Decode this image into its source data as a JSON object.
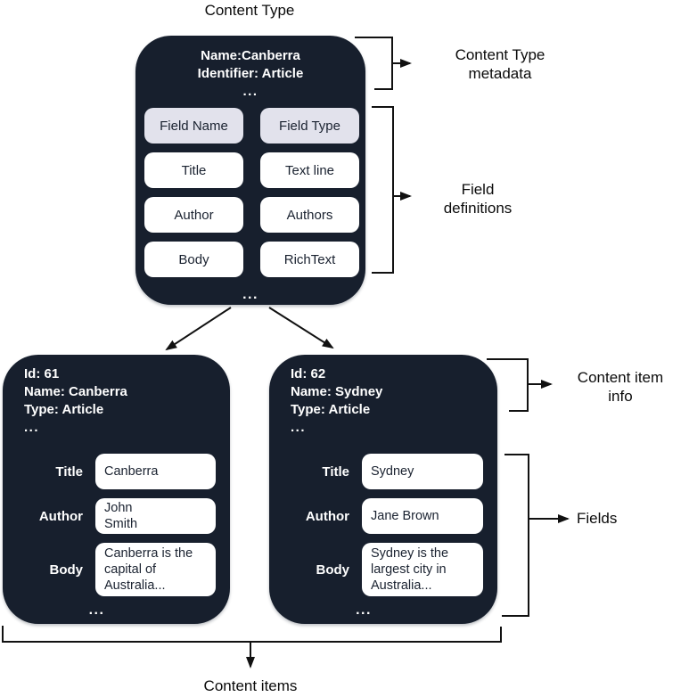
{
  "title": "Content Type",
  "colors": {
    "box_background": "#171f2d",
    "header_chip_background": "#e2e2ec",
    "chip_background": "#ffffff",
    "line": "#111111"
  },
  "content_type_box": {
    "name_line": "Name:Canberra",
    "identifier_line": "Identifier: Article",
    "meta_ellipsis": "...",
    "fields_ellipsis": "...",
    "field_table": {
      "header": [
        "Field Name",
        "Field Type"
      ],
      "rows": [
        [
          "Title",
          "Text line"
        ],
        [
          "Author",
          "Authors"
        ],
        [
          "Body",
          "RichText"
        ]
      ]
    }
  },
  "annotations": {
    "content_type_metadata": "Content Type metadata",
    "field_definitions": "Field definitions",
    "content_item_info": "Content item info",
    "fields": "Fields",
    "content_items": "Content items"
  },
  "content_items": [
    {
      "id_line": "Id: 61",
      "name_line": "Name: Canberra",
      "type_line": "Type: Article",
      "meta_ellipsis": "...",
      "fields_ellipsis": "...",
      "fields": [
        {
          "label": "Title",
          "value": "Canberra"
        },
        {
          "label": "Author",
          "value": "John Smith"
        },
        {
          "label": "Body",
          "value": "Canberra is the capital of Australia..."
        }
      ]
    },
    {
      "id_line": "Id: 62",
      "name_line": "Name: Sydney",
      "type_line": "Type: Article",
      "meta_ellipsis": "...",
      "fields_ellipsis": "...",
      "fields": [
        {
          "label": "Title",
          "value": "Sydney"
        },
        {
          "label": "Author",
          "value": "Jane Brown"
        },
        {
          "label": "Body",
          "value": "Sydney is the largest city in Australia..."
        }
      ]
    }
  ]
}
